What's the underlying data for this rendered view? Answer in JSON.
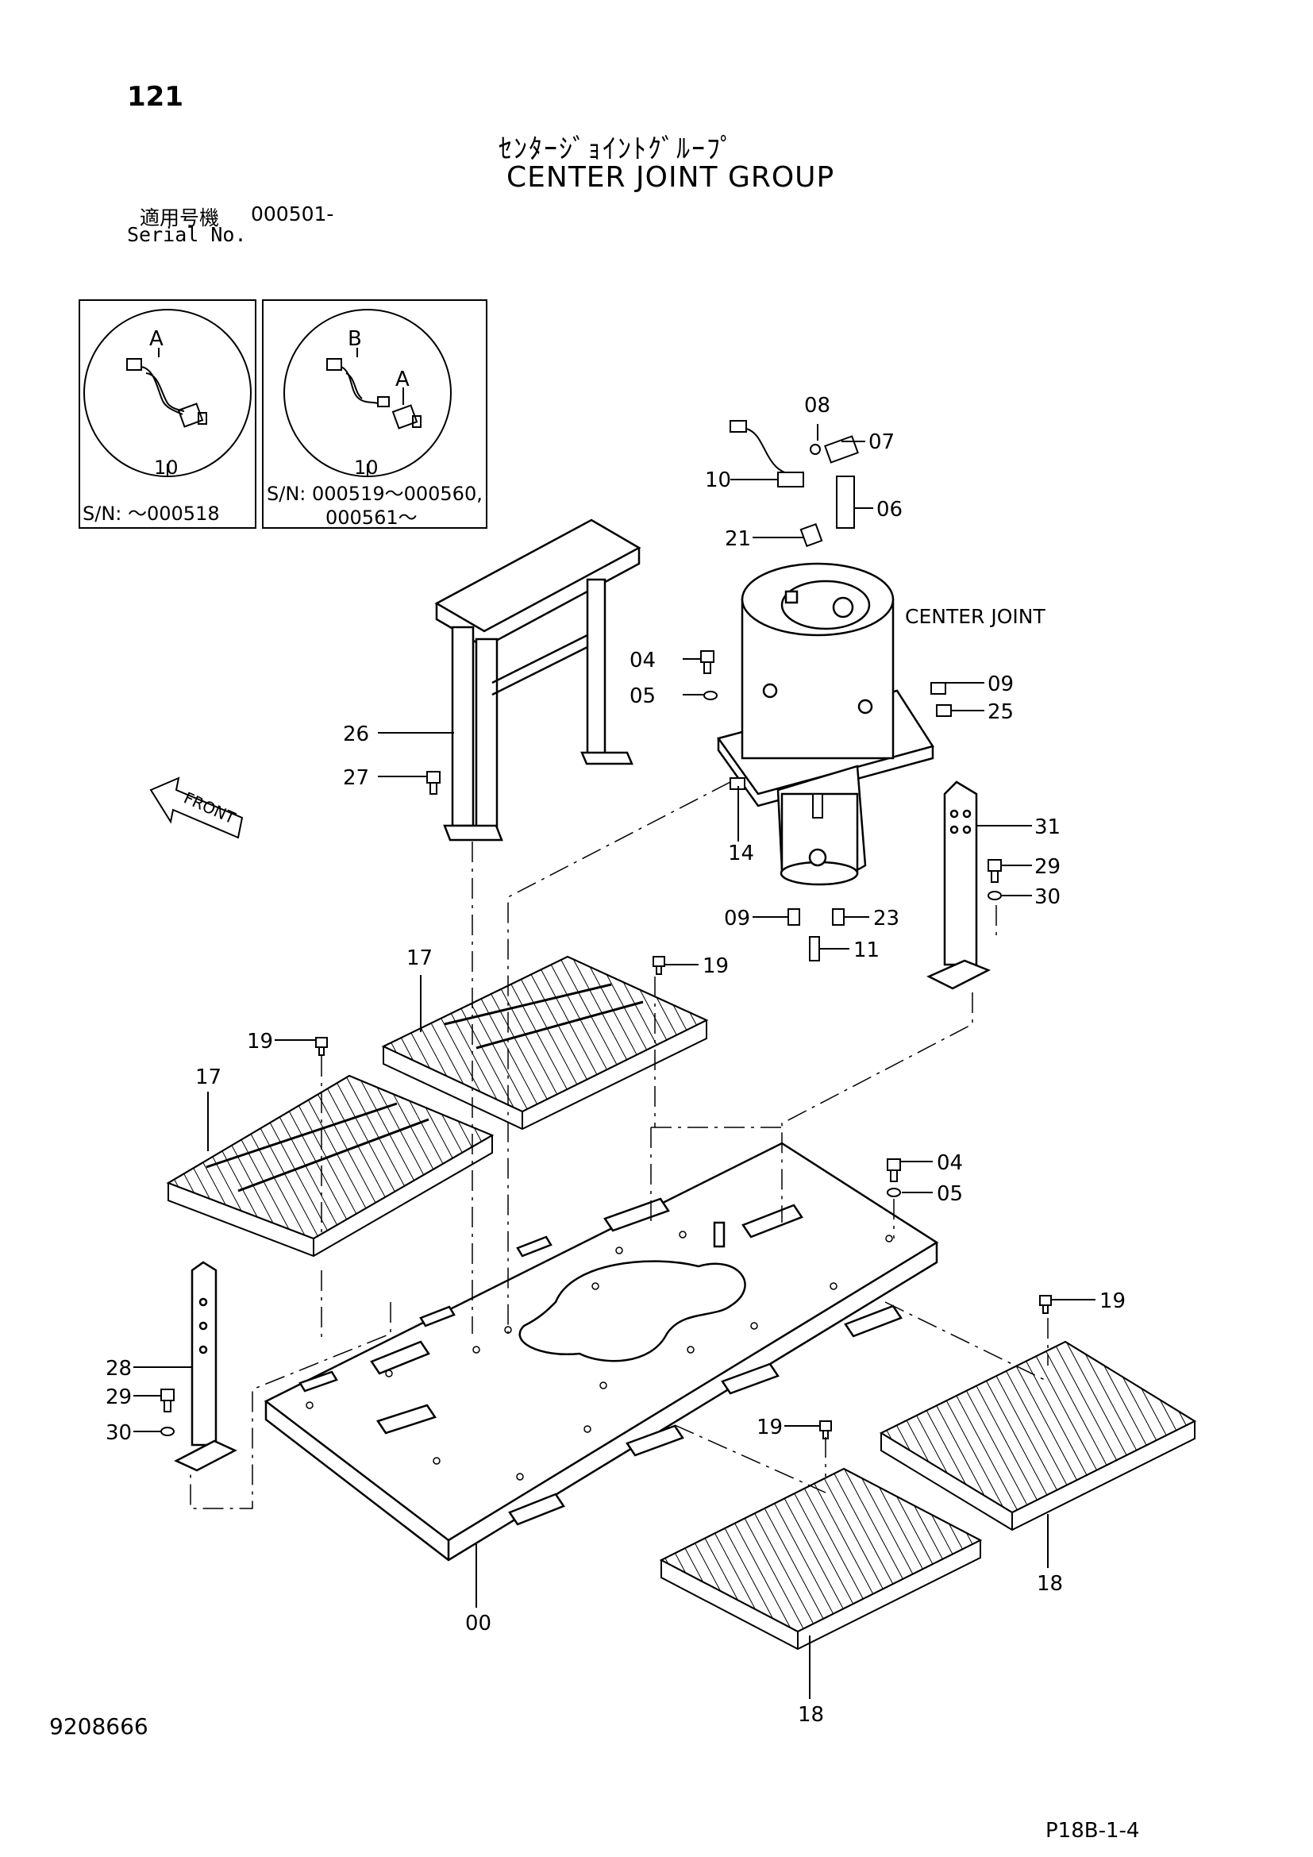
{
  "header": {
    "page_number": "121",
    "title_jp": "ｾﾝﾀｰｼﾞｮｲﾝﾄｸﾞﾙｰﾌﾟ",
    "title_en": "CENTER JOINT GROUP",
    "serial_label_jp": "適用号機",
    "serial_value": "000501-",
    "serial_label_en": "Serial No."
  },
  "insets": [
    {
      "letter": "A",
      "part": "10",
      "sn": "S/N: ～000518"
    },
    {
      "letters": [
        "B",
        "A"
      ],
      "part": "10",
      "sn_line1": "S/N: 000519～000560,",
      "sn_line2": "000561～"
    }
  ],
  "labels": {
    "center_joint": "CENTER JOINT",
    "front": "FRONT"
  },
  "callouts": [
    "08",
    "07",
    "10",
    "06",
    "21",
    "04",
    "05",
    "09",
    "25",
    "26",
    "27",
    "14",
    "31",
    "29",
    "30",
    "09",
    "23",
    "11",
    "17",
    "19",
    "19",
    "17",
    "04",
    "05",
    "19",
    "28",
    "29",
    "30",
    "19",
    "18",
    "00",
    "18"
  ],
  "footer": {
    "doc_number": "9208666",
    "page_code": "P18B-1-4"
  }
}
